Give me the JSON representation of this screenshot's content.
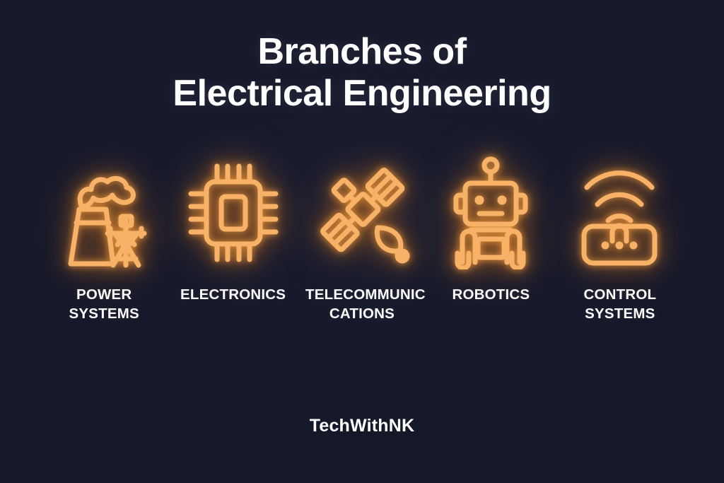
{
  "theme": {
    "background": "#151829",
    "accent": "#F7B267",
    "text": "#FFFFFF"
  },
  "header": {
    "title_line1": "Branches of",
    "title_line2": "Electrical Engineering"
  },
  "branches": [
    {
      "icon": "power-plant-icon",
      "label": "POWER SYSTEMS"
    },
    {
      "icon": "microchip-icon",
      "label": "ELECTRONICS"
    },
    {
      "icon": "satellite-icon",
      "label": "TELECOMMUNIC CATIONS"
    },
    {
      "icon": "robot-icon",
      "label": "ROBOTICS"
    },
    {
      "icon": "wireless-router-icon",
      "label": "CONTROL SYSTEMS"
    }
  ],
  "footer": {
    "brand": "TechWithNK"
  }
}
